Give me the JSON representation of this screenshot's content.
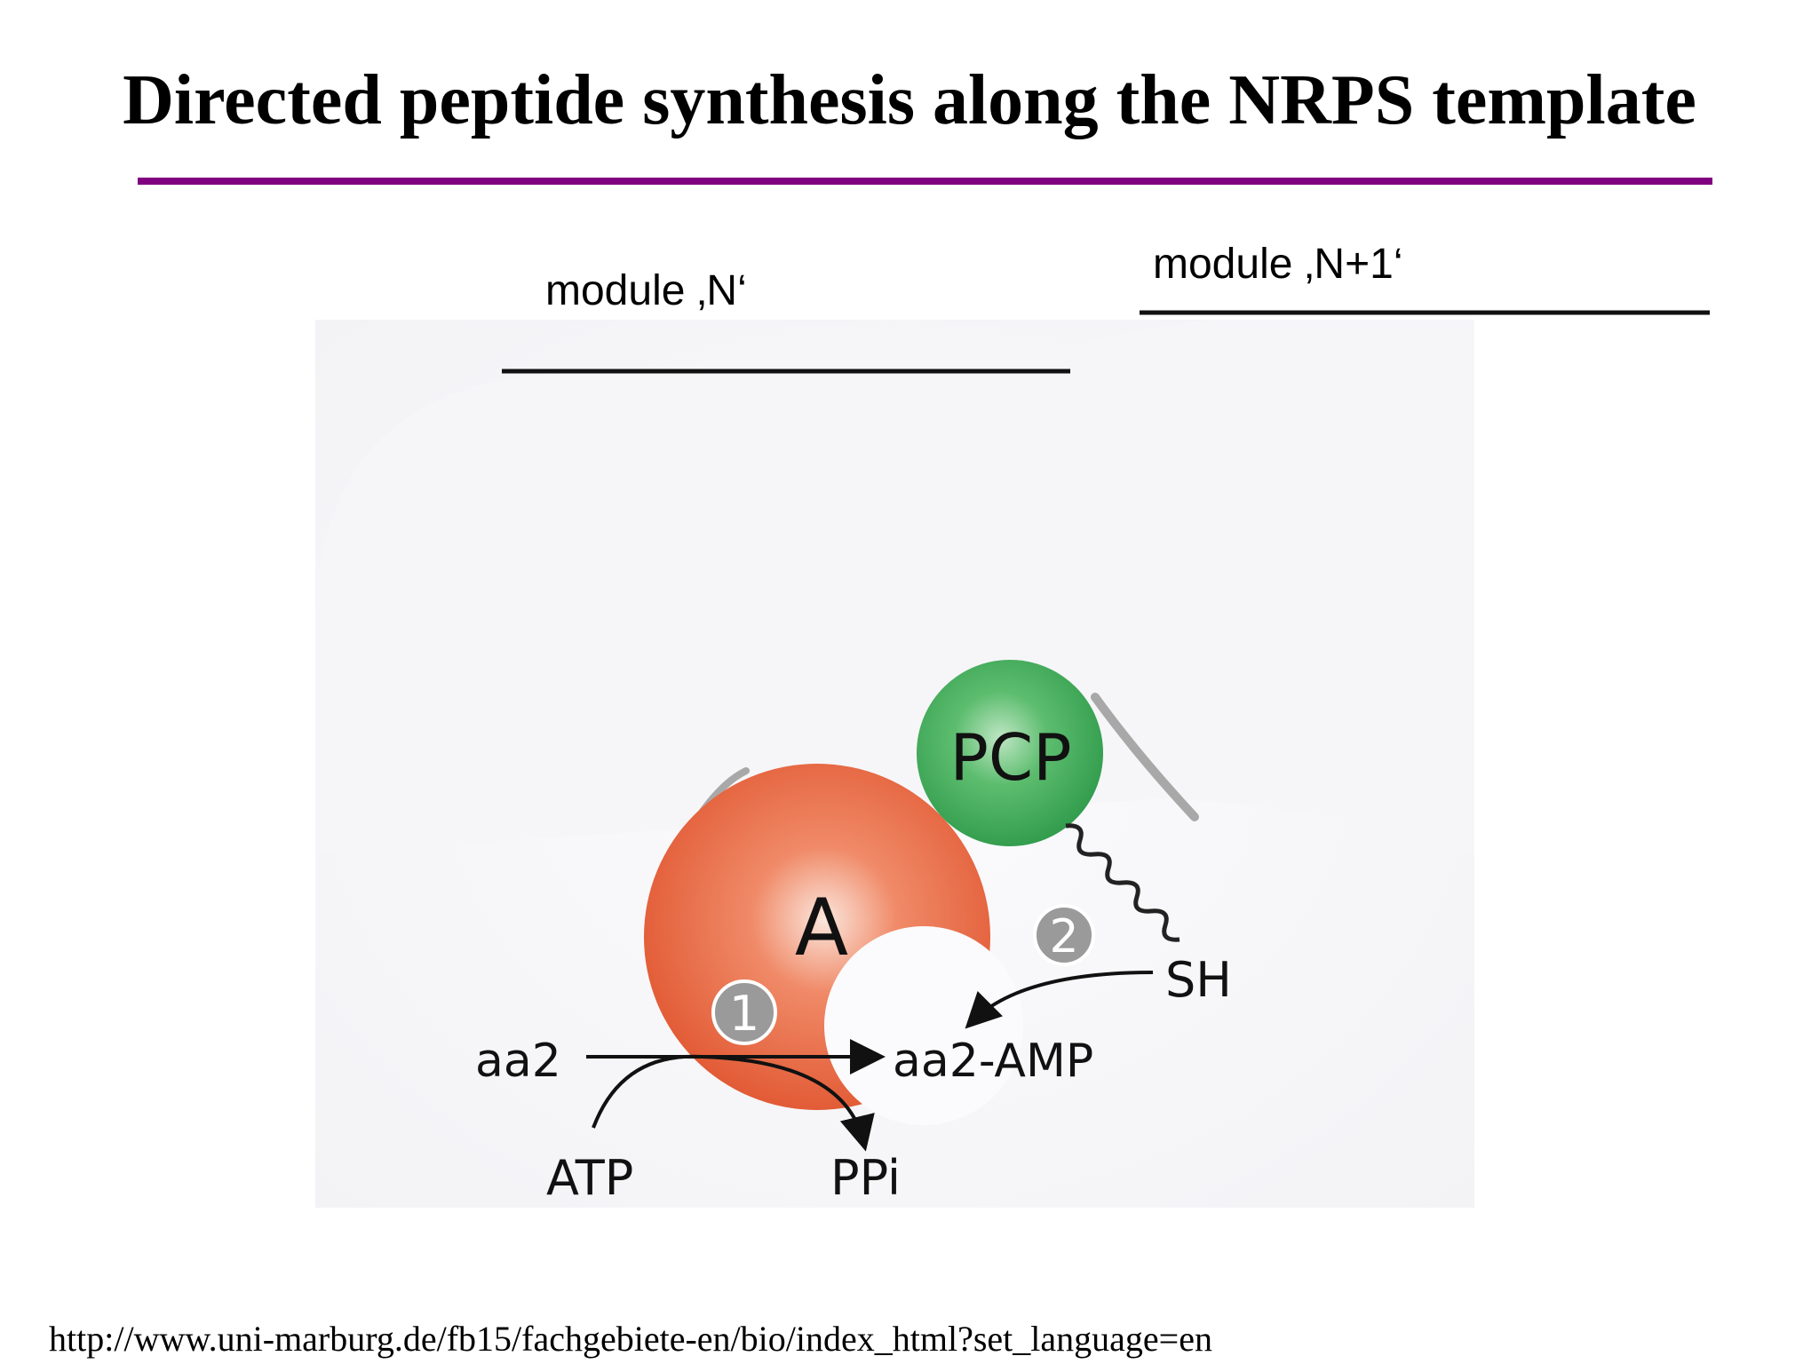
{
  "title": "Directed peptide synthesis along the NRPS template",
  "modules": {
    "n_label": "module ‚N‘",
    "n1_label": "module ‚N+1‘"
  },
  "domains": {
    "a_label": "A",
    "pcp_label": "PCP"
  },
  "steps": {
    "step1": "1",
    "step2": "2"
  },
  "molecules": {
    "aa2": "aa2",
    "aa2_amp": "aa2-AMP",
    "atp": "ATP",
    "ppi": "PPi",
    "sh": "SH"
  },
  "source_url": "http://www.uni-marburg.de/fb15/fachgebiete-en/bio/index_html?set_language=en",
  "colors": {
    "title_rule": "#800080",
    "a_domain": "#e8603c",
    "pcp_domain": "#3aa655",
    "step_badge": "#9a9a9a"
  }
}
